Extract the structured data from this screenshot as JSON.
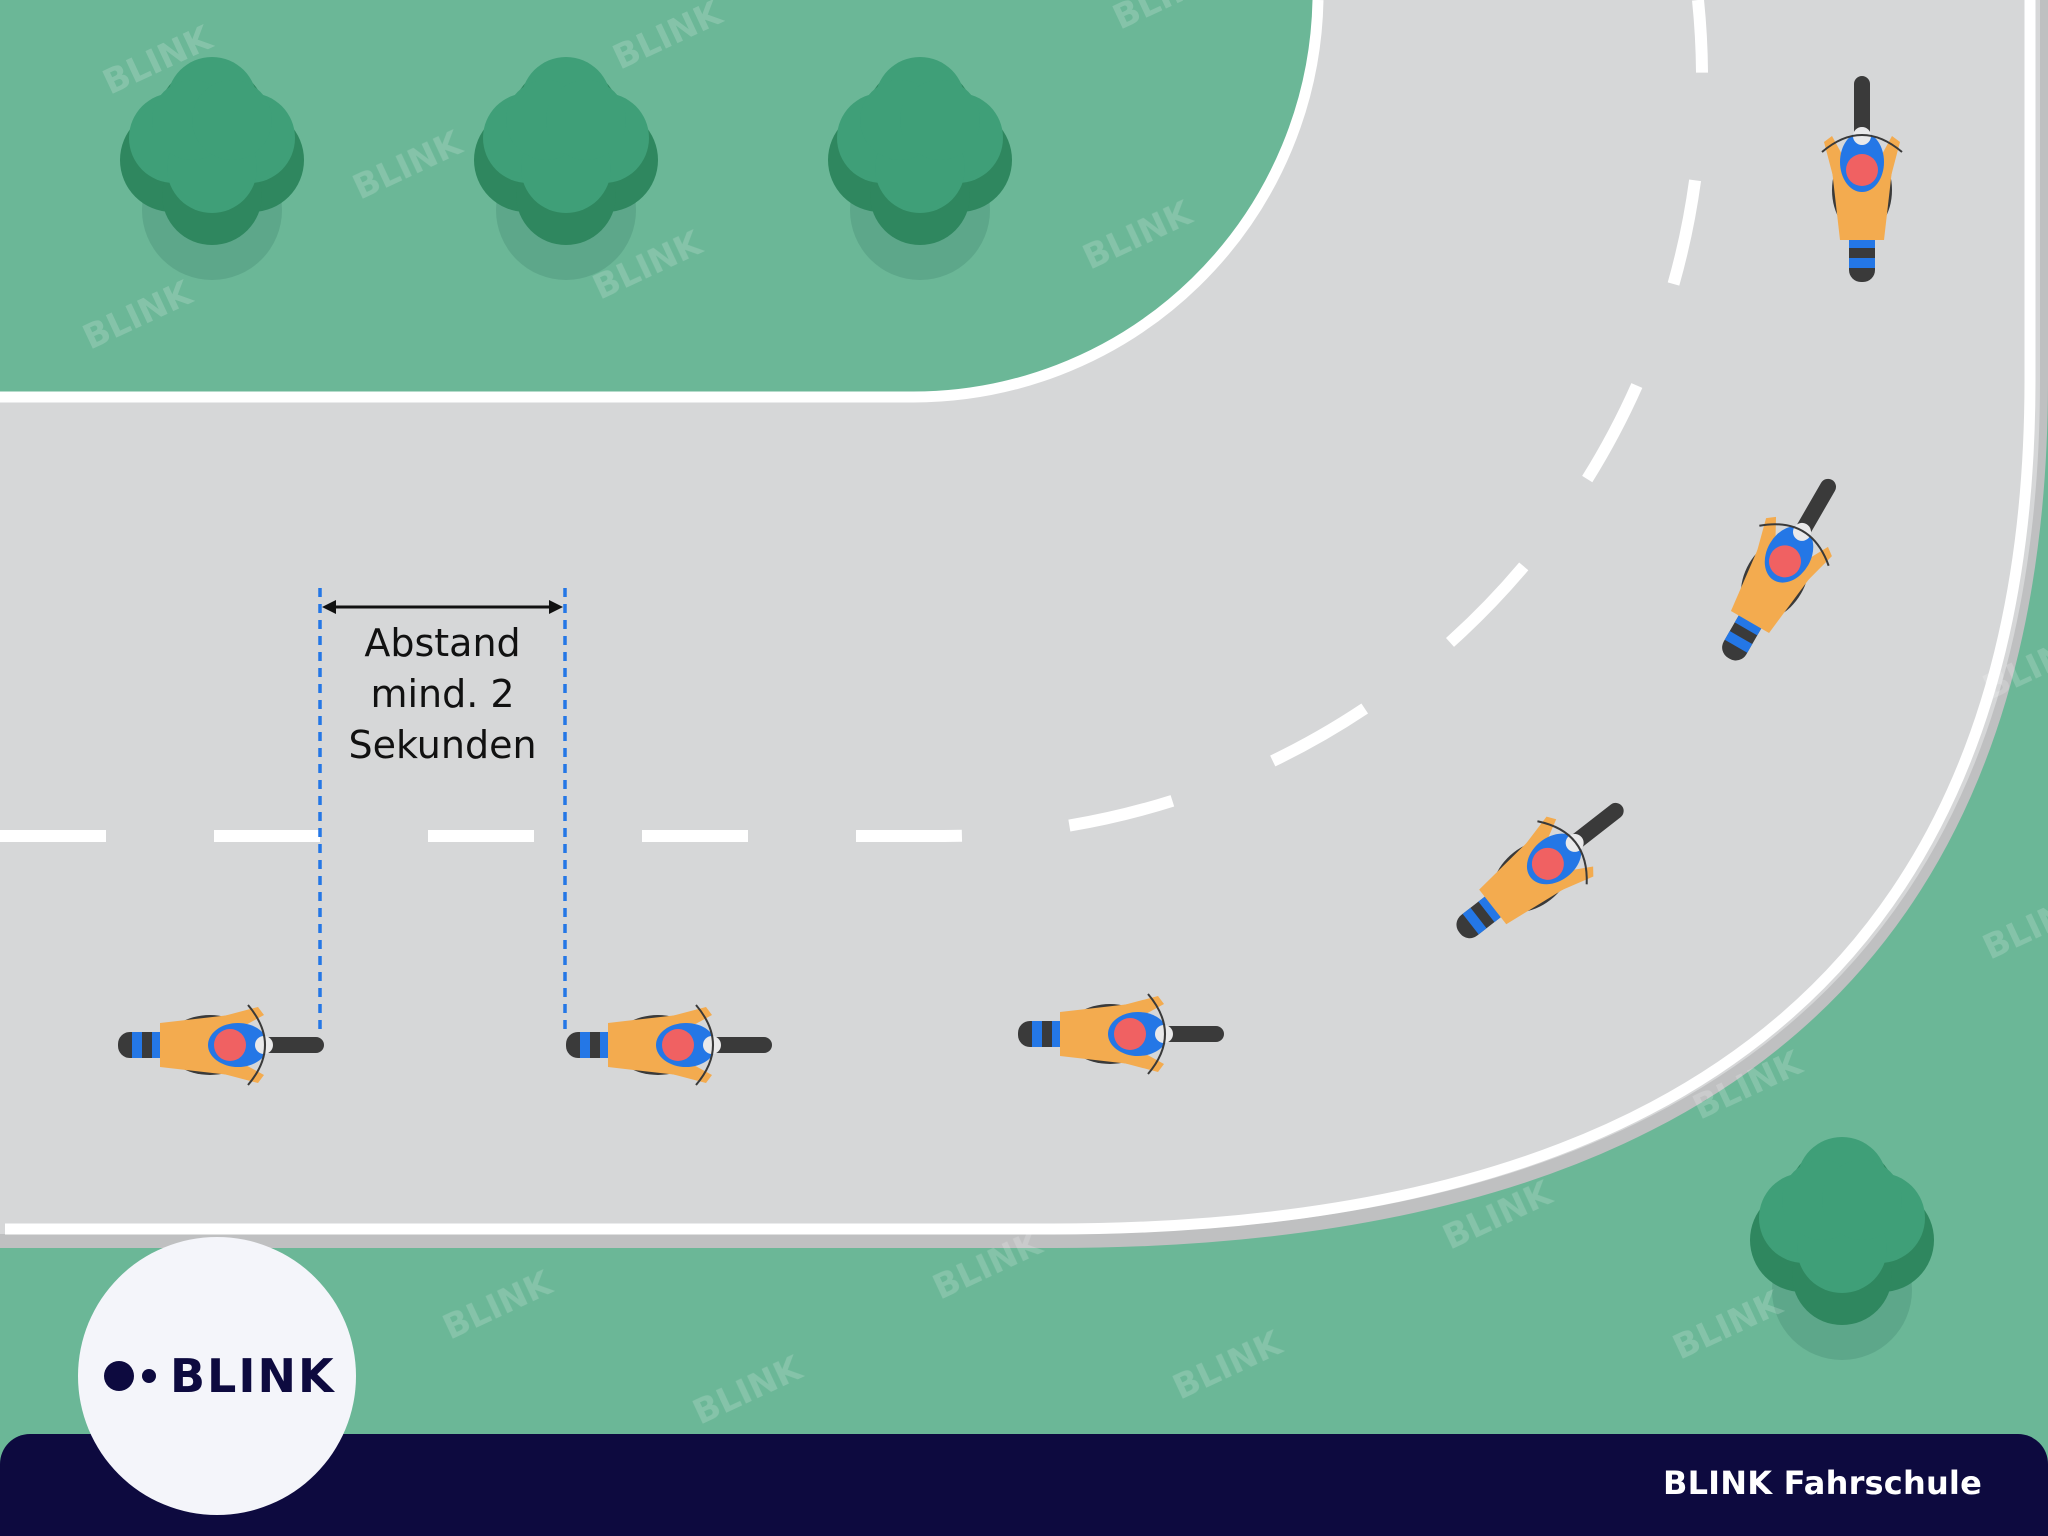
{
  "annotation": {
    "lines": [
      "Abstand",
      "mind. 2",
      "Sekunden"
    ]
  },
  "footer": {
    "title": "BLINK Fahrschule"
  },
  "logo": {
    "text": "BLINK"
  },
  "watermark": {
    "text": "BLINK"
  },
  "colors": {
    "grass": "#6bb797",
    "road": "#d6d7d8",
    "line": "#ffffff",
    "tree": "#3f9f78",
    "tree_dark": "#2f875f",
    "rider_body": "#f3ab4f",
    "rider_helmet": "#f06162",
    "rider_suit": "#2477e6",
    "bike": "#3a3a3a",
    "guide": "#2477e6",
    "footer": "#0d0a3f"
  },
  "motorcycles": [
    {
      "name": "motorcycle-rear",
      "heading": "east"
    },
    {
      "name": "motorcycle-middle",
      "heading": "east"
    },
    {
      "name": "motorcycle-front",
      "heading": "east"
    },
    {
      "name": "motorcycle-curve-1",
      "heading": "north-east"
    },
    {
      "name": "motorcycle-curve-2",
      "heading": "north-east"
    },
    {
      "name": "motorcycle-top",
      "heading": "north"
    }
  ]
}
